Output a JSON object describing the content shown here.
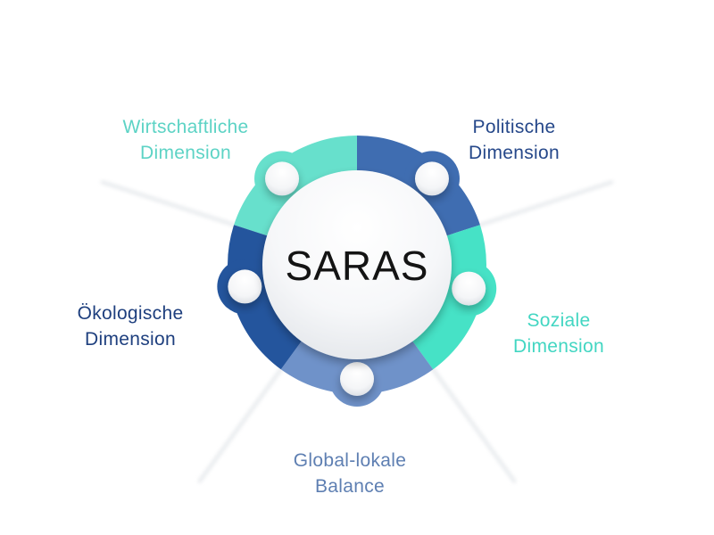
{
  "center": {
    "title": "SARAS"
  },
  "dimensions": [
    {
      "id": "wirtschaft",
      "line1": "Wirtschaftliche",
      "line2": "Dimension",
      "color": "#67E0CC",
      "label_color": "#5DD3C5"
    },
    {
      "id": "politik",
      "line1": "Politische",
      "line2": "Dimension",
      "color": "#3F6DB1",
      "label_color": "#26488A"
    },
    {
      "id": "sozial",
      "line1": "Soziale",
      "line2": "Dimension",
      "color": "#46E2C6",
      "label_color": "#42D6C2"
    },
    {
      "id": "global",
      "line1": "Global-lokale",
      "line2": "Balance",
      "color": "#6F92C9",
      "label_color": "#5E7FB2"
    },
    {
      "id": "oeko",
      "line1": "Ökologische",
      "line2": "Dimension",
      "color": "#24559D",
      "label_color": "#1E3F7E"
    }
  ]
}
